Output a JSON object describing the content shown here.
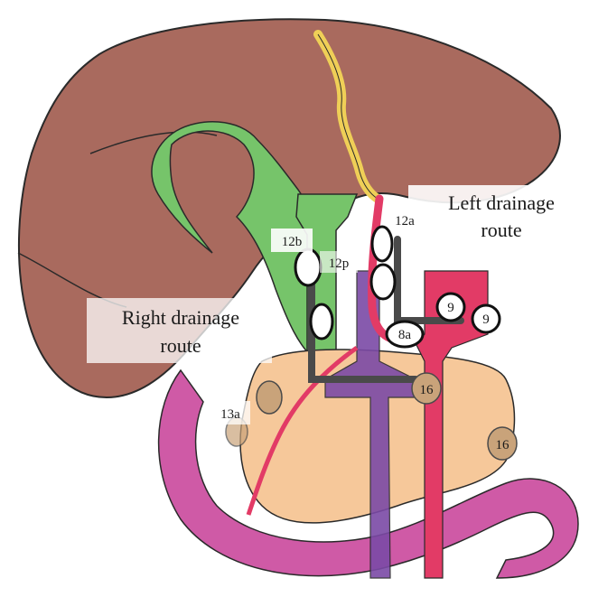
{
  "figure": {
    "left_route_line1": "Left drainage",
    "left_route_line2": "route",
    "right_route_line1": "Right drainage",
    "right_route_line2": "route"
  },
  "nodes": {
    "n12a": "12a",
    "n12b": "12b",
    "n12p": "12p",
    "n8a": "8a",
    "n9_1": "9",
    "n9_2": "9",
    "n16_1": "16",
    "n16_2": "16",
    "n13a": "13a"
  },
  "colors": {
    "liver": "#a96a5e",
    "gallbladder": "#76c46a",
    "bile_duct": "#efcf57",
    "artery": "#e23b66",
    "vein": "#7b4aa6",
    "pancreas": "#f6c89a",
    "duodenum": "#cf5aa6",
    "pathway": "#4a4a4a"
  }
}
